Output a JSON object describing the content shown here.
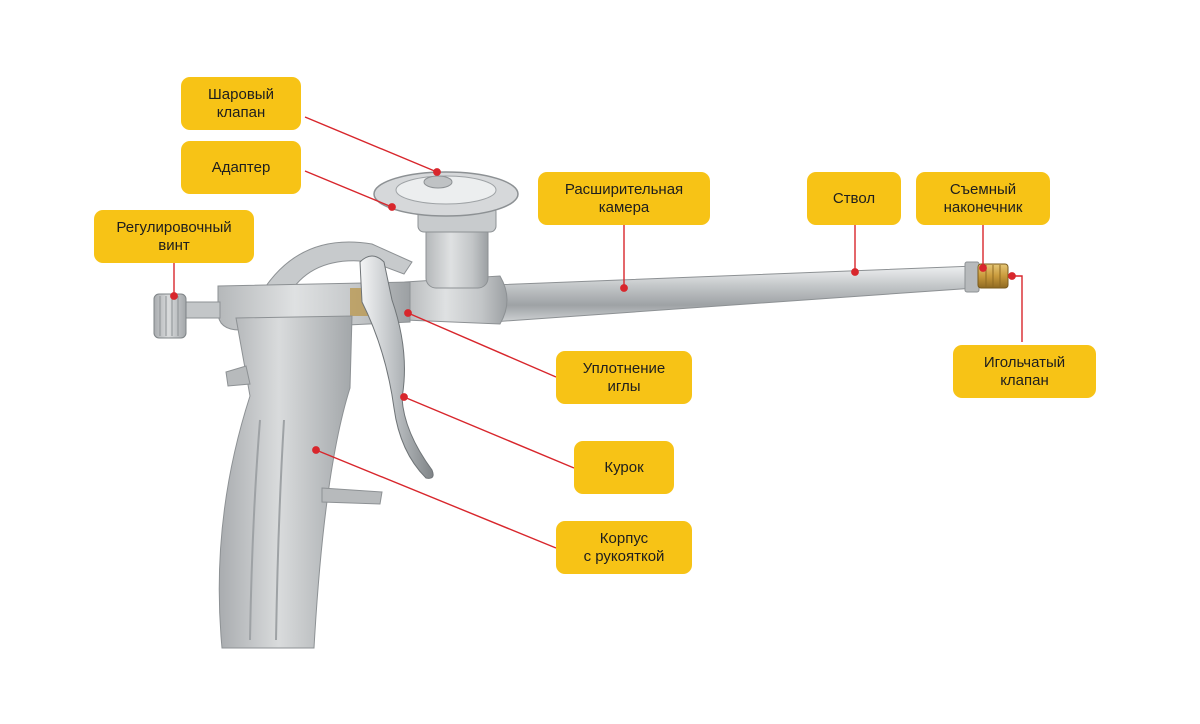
{
  "labels": {
    "ball_valve": "Шаровый\nклапан",
    "adapter": "Адаптер",
    "adjusting_screw": "Регулировочный\nвинт",
    "expansion_chamber": "Расширительная\nкамера",
    "barrel": "Ствол",
    "removable_tip": "Съемный\nнаконечник",
    "needle_valve": "Игольчатый\nклапан",
    "needle_seal": "Уплотнение\nиглы",
    "trigger": "Курок",
    "body_with_handle": "Корпус\nс рукояткой"
  },
  "colors": {
    "label_fill": "#f7c316",
    "leader_line": "#d8262c",
    "metal": "#c9cbcd",
    "brass": "#c99a3c"
  }
}
